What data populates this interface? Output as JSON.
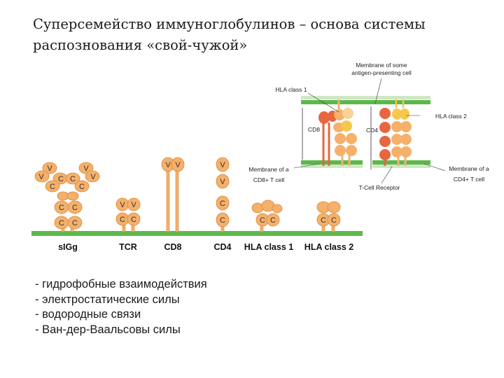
{
  "title_line1": "Суперсемейство иммуноглобулинов – основа системы",
  "title_line2": "распознования «свой-чужой»",
  "figure": {
    "labels": {
      "sigg": "sIGg",
      "tcr": "TCR",
      "cd8": "CD8",
      "cd4": "CD4",
      "hla1": "HLA class 1",
      "hla2": "HLA class 2"
    },
    "inset": {
      "membrane_apc_line1": "Membrane of some",
      "membrane_apc_line2": "antigen-presenting cell",
      "hla1": "HLA class 1",
      "hla2": "HLA class 2",
      "cd8": "CD8",
      "cd4": "CD4",
      "membrane_cd8_line1": "Membrane of a",
      "membrane_cd8_line2": "CD8+ T cell",
      "membrane_cd4_line1": "Membrane of a",
      "membrane_cd4_line2": "CD4+ T cell",
      "tcr": "T-Cell Receptor"
    },
    "domain_letters": {
      "variable": "V",
      "constant": "C"
    },
    "colors": {
      "membrane": "#5cb849",
      "membrane_light": "#cfe7c4",
      "domain_orange": "#f5b06b",
      "domain_red": "#e8663e",
      "domain_yellow": "#f5c84c"
    }
  },
  "bullets": [
    "- гидрофобные взаимодействия",
    "- электростатические силы",
    "- водородные связи",
    "- Ван-дер-Ваальсовы силы"
  ]
}
